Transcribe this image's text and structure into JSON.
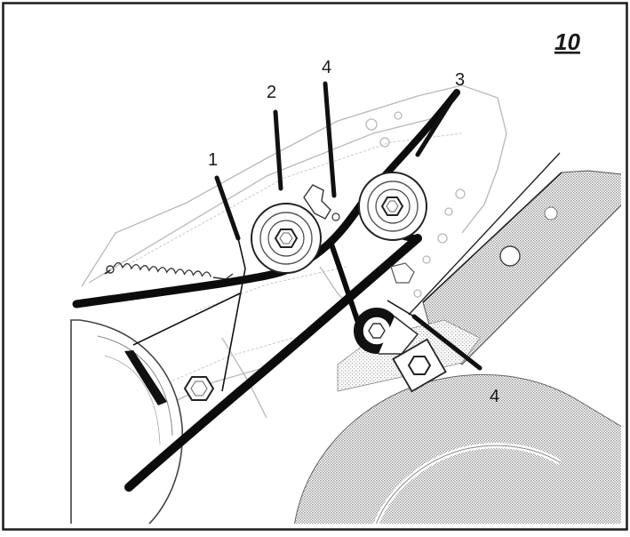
{
  "figure": {
    "number": "10"
  },
  "callouts": {
    "c1": "1",
    "c2": "2",
    "c3": "3",
    "c4a": "4",
    "c4b": "4"
  },
  "colors": {
    "ink": "#111111",
    "frame": "#1a1a1a",
    "drafting": "#b8b8b8",
    "dither": "#9a9a9a",
    "paper": "#ffffff"
  }
}
